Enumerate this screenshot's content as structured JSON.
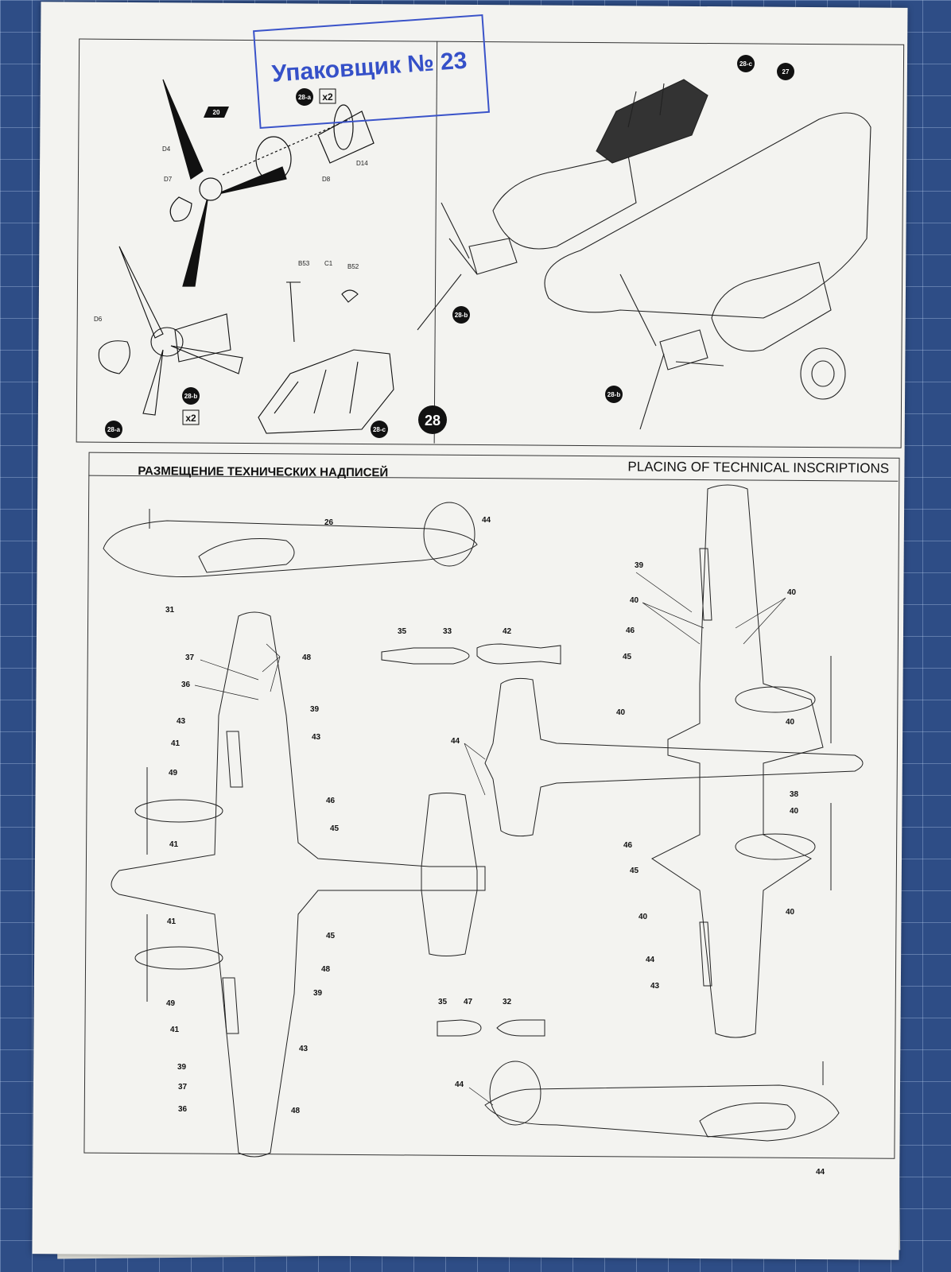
{
  "stamp": {
    "text": "Упаковщик № 23"
  },
  "step": {
    "number": "28",
    "badges": [
      "28-a",
      "28-b",
      "28-c",
      "27",
      "20"
    ],
    "qty_28a": "x2",
    "qty_28b": "x2",
    "part_labels": [
      "D4",
      "D7",
      "D8",
      "D14",
      "D6",
      "B53",
      "C1",
      "B52"
    ]
  },
  "section": {
    "title_ru": "РАЗМЕЩЕНИЕ ТЕХНИЧЕСКИХ НАДПИСЕЙ",
    "title_en": "PLACING OF TECHNICAL INSCRIPTIONS"
  },
  "callouts": {
    "side_top": [
      "26",
      "44",
      "31"
    ],
    "bottom_view_left": [
      "48",
      "37",
      "36",
      "43",
      "39",
      "41",
      "49",
      "46",
      "45"
    ],
    "bombs_top": [
      "35",
      "33",
      "42"
    ],
    "bombs_bottom": [
      "35",
      "47",
      "32"
    ],
    "tail": [
      "44"
    ],
    "top_view_right": [
      "39",
      "40",
      "46",
      "45",
      "38",
      "44",
      "43"
    ],
    "side_bottom": [
      "44"
    ]
  },
  "colors": {
    "stamp": "#3550c8",
    "badge": "#111111",
    "paper": "#f3f3f0",
    "mat": "#2e4d86"
  }
}
